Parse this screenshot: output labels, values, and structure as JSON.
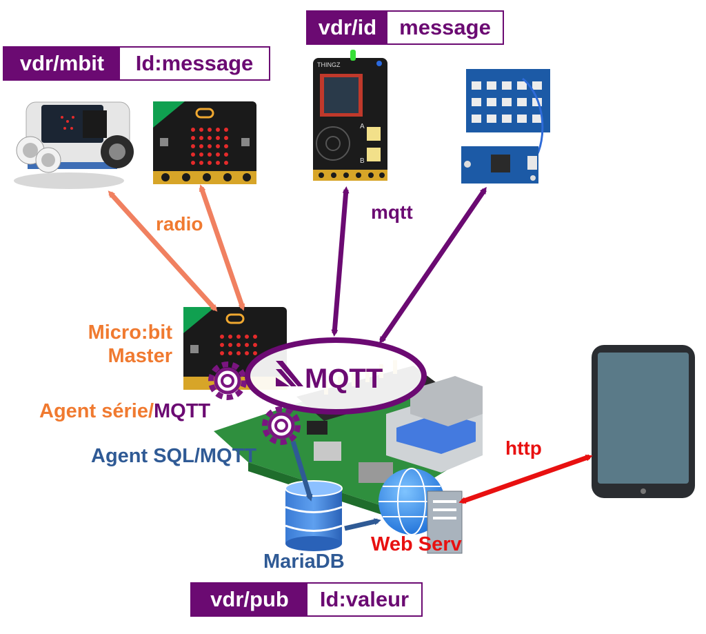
{
  "topics": {
    "mbit": {
      "key": "vdr/mbit",
      "value": "Id:message"
    },
    "id": {
      "key": "vdr/id",
      "value": "message"
    },
    "pub": {
      "key": "vdr/pub",
      "value": "Id:valeur"
    }
  },
  "links": {
    "radio": "radio",
    "mqtt": "mqtt",
    "http": "http"
  },
  "components": {
    "microbit_master": [
      "Micro:bit",
      "Master"
    ],
    "agent_serie_prefix": "Agent série/",
    "agent_serie_suffix": "MQTT",
    "agent_sql": "Agent SQL/MQTT",
    "database": "MariaDB",
    "web_server": "Web Serv",
    "broker_logo": "MQTT",
    "thingz_brand": "THINGZ",
    "thingz_buttons": [
      "A",
      "B"
    ]
  },
  "colors": {
    "purple": "#6b0a72",
    "orange": "#f07a30",
    "salmon_arrow": "#f08060",
    "blue": "#2f5a95",
    "red": "#e81010"
  }
}
